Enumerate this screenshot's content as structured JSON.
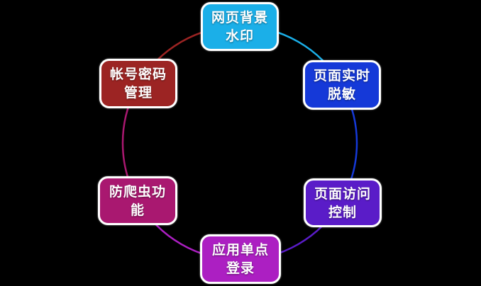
{
  "canvas": {
    "background_color": "#000000",
    "text_color": "#FFFFFF",
    "node_border_color": "#FFFFFF"
  },
  "diagram": {
    "type": "cycle",
    "nodes": [
      {
        "id": "web-background-watermark",
        "label": "网页背景\n水印",
        "color": "#1BAFE8",
        "position": "top"
      },
      {
        "id": "realtime-page-masking",
        "label": "页面实时\n脱敏",
        "color": "#1539D8",
        "position": "top-right"
      },
      {
        "id": "page-access-control",
        "label": "页面访问\n控制",
        "color": "#5A1CC8",
        "position": "bottom-right"
      },
      {
        "id": "app-single-sign-on",
        "label": "应用单点\n登录",
        "color": "#AC1FC2",
        "position": "bottom"
      },
      {
        "id": "anti-crawler-function",
        "label": "防爬虫功\n能",
        "color": "#A91870",
        "position": "bottom-left"
      },
      {
        "id": "account-password-mgmt",
        "label": "帐号密码\n管理",
        "color": "#9C2423",
        "position": "top-left"
      }
    ],
    "arcs": [
      {
        "from": "web-background-watermark",
        "to": "realtime-page-masking",
        "color": "#1BAFE8"
      },
      {
        "from": "realtime-page-masking",
        "to": "page-access-control",
        "color": "#1539D8"
      },
      {
        "from": "page-access-control",
        "to": "app-single-sign-on",
        "color": "#5A1CC8"
      },
      {
        "from": "app-single-sign-on",
        "to": "anti-crawler-function",
        "color": "#AC1FC2"
      },
      {
        "from": "anti-crawler-function",
        "to": "account-password-mgmt",
        "color": "#A91870"
      },
      {
        "from": "account-password-mgmt",
        "to": "web-background-watermark",
        "color": "#9C2423"
      }
    ]
  }
}
